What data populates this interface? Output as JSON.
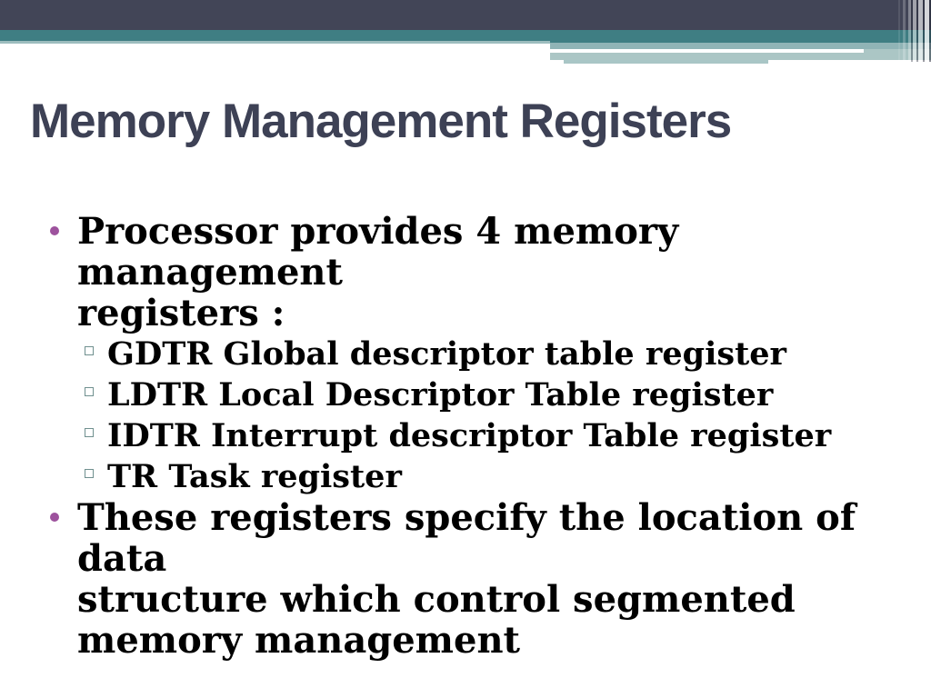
{
  "slide": {
    "title": "Memory Management Registers",
    "bullets": [
      {
        "level": 1,
        "text": "Processor provides 4 memory management\nregisters :"
      },
      {
        "level": 2,
        "text": "GDTR Global descriptor table register"
      },
      {
        "level": 2,
        "text": "LDTR Local Descriptor Table register"
      },
      {
        "level": 2,
        "text": "IDTR Interrupt descriptor Table register"
      },
      {
        "level": 2,
        "text": "TR Task register"
      },
      {
        "level": 1,
        "text": "These registers specify the location of data\nstructure which control segmented\nmemory management"
      }
    ],
    "colors": {
      "header_dark": "#424557",
      "teal": "#3f7e83",
      "band_left": "#9dbdbe",
      "band_mid": "#90b4b6",
      "band_light": "#abc6c5",
      "title_text": "#3d4155",
      "body_text": "#000000",
      "bullet_dot": "#9d529d",
      "sub_square_border": "#70908f"
    }
  }
}
